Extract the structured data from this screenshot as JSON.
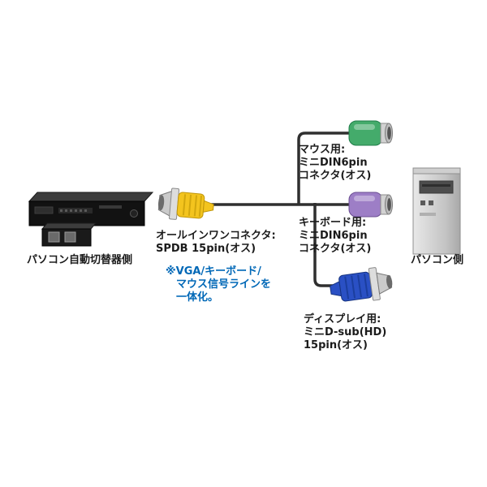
{
  "colors": {
    "cable": "#2f2f2f",
    "connector_yellow": "#f3c41e",
    "connector_green": "#44ab6b",
    "connector_purple": "#9d7ec6",
    "connector_blue": "#2a50c4",
    "note_text": "#0068b7"
  },
  "labels": {
    "switcher": "パソコン自動切替器側",
    "allinone": [
      "オールインワンコネクタ:",
      "SPDB 15pin(オス)"
    ],
    "note": [
      "※VGA/キーボード/",
      "マウス信号ラインを",
      "一体化。"
    ],
    "mouse": [
      "マウス用:",
      "ミニDIN6pin",
      "コネクタ(オス)"
    ],
    "keyboard": [
      "キーボード用:",
      "ミニDIN6pin",
      "コネクタ(オス)"
    ],
    "display": [
      "ディスプレイ用:",
      "ミニD-sub(HD)",
      "15pin(オス)"
    ],
    "pc": "パソコン側"
  }
}
